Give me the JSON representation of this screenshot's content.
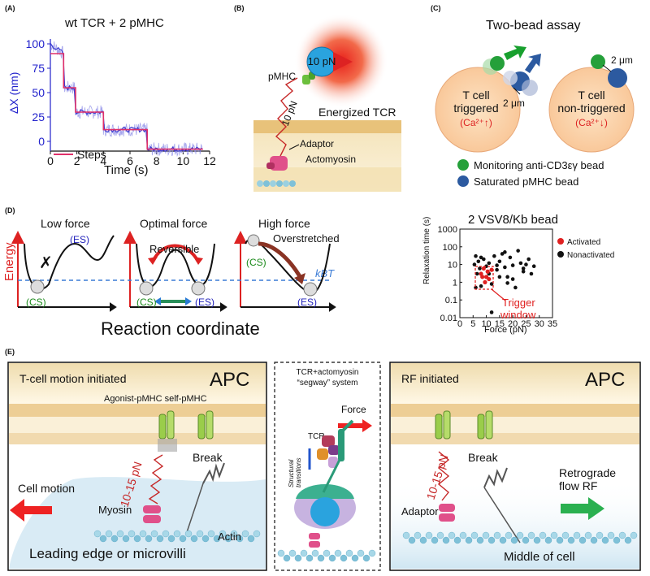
{
  "panelA": {
    "letter": "(A)",
    "title": "wt TCR + 2 pMHC",
    "ylabel": "ΔX (nm)",
    "xlabel": "Time (s)",
    "legend": "Steps",
    "yticks": [
      "100",
      "75",
      "50",
      "25",
      "0"
    ],
    "xticks": [
      "0",
      "2",
      "4",
      "6",
      "8",
      "10",
      "12"
    ],
    "colors": {
      "trace": "#3a3ad0",
      "steps": "#e0306a",
      "axis": "#2222cc"
    }
  },
  "panelB": {
    "letter": "(B)",
    "force": "10 pN",
    "pmhc": "pMHC",
    "linker_force": "10 pN",
    "energized": "Energized TCR",
    "adaptor": "Adaptor",
    "actomyosin": "Actomyosin"
  },
  "panelC": {
    "letter": "(C)",
    "title": "Two-bead assay",
    "cell1": [
      "T cell",
      "triggered"
    ],
    "cell1_ca": "(Ca²⁺↑)",
    "cell2": [
      "T cell",
      "non-triggered"
    ],
    "cell2_ca": "(Ca²⁺↓)",
    "dist1": "2 μm",
    "dist2": "2 μm",
    "legend1": "Monitoring anti-CD3εγ bead",
    "legend2": "Saturated pMHC bead"
  },
  "panelD": {
    "letter": "(D)",
    "low_title": "Low force",
    "opt_title": "Optimal force",
    "high_title": "High force",
    "es": "(ES)",
    "cs": "(CS)",
    "reversible": "Reversible",
    "overstretched": "Overstretched",
    "kbt": "kBT",
    "energy": "Energy",
    "xlabel": "Reaction coordinate"
  },
  "panelD2": {
    "title": "2 VSV8/Kb bead",
    "ylabel": "Relaxation time (s)",
    "xlabel": "Force (pN)",
    "legend_activated": "Activated",
    "legend_nonactivated": "Nonactivated",
    "trigger": [
      "Trigger",
      "window"
    ],
    "yticks": [
      "1000",
      "100",
      "10",
      "1",
      "0.1",
      "0.01"
    ],
    "xticks": [
      "0",
      "5",
      "10",
      "15",
      "20",
      "25",
      "30",
      "35"
    ]
  },
  "chart_data": [
    {
      "type": "line",
      "title": "wt TCR + 2 pMHC",
      "xlabel": "Time (s)",
      "ylabel": "ΔX (nm)",
      "xlim": [
        0,
        12
      ],
      "ylim": [
        -10,
        105
      ],
      "series": [
        {
          "name": "Steps",
          "x": [
            0,
            1.0,
            1.0,
            1.9,
            1.9,
            4.0,
            4.0,
            7.3,
            7.3,
            11.5
          ],
          "y": [
            90,
            90,
            55,
            55,
            30,
            30,
            12,
            12,
            -8,
            -8
          ]
        }
      ]
    },
    {
      "type": "scatter",
      "title": "2 VSV8/Kb bead",
      "xlabel": "Force (pN)",
      "ylabel": "Relaxation time (s)",
      "xlim": [
        0,
        35
      ],
      "ylim": [
        0.01,
        1000
      ],
      "yscale": "log",
      "series": [
        {
          "name": "Activated",
          "x": [
            8,
            9,
            10,
            10.5,
            11,
            12,
            9.5,
            8.5
          ],
          "y": [
            3,
            6,
            2,
            4,
            1.5,
            5,
            1,
            2
          ]
        },
        {
          "name": "Nonactivated",
          "x": [
            5.5,
            6,
            6.5,
            7,
            7.5,
            8,
            9,
            10,
            11,
            12,
            13,
            14,
            15,
            16,
            17,
            18,
            19,
            20,
            21,
            22,
            23,
            24,
            25,
            26,
            27,
            28,
            12,
            15,
            18,
            6,
            8,
            11,
            14,
            17,
            20,
            24
          ],
          "y": [
            10,
            0.5,
            3,
            15,
            6,
            0.6,
            20,
            8,
            12,
            0.8,
            30,
            5,
            15,
            40,
            7,
            2,
            25,
            9,
            0.5,
            60,
            12,
            4,
            10,
            20,
            3,
            8,
            0.02,
            2,
            0.9,
            30,
            25,
            3,
            9,
            50,
            1.5,
            6
          ]
        }
      ]
    }
  ],
  "panelE": {
    "letter": "(E)",
    "left_title": "T-cell motion initiated",
    "apc": "APC",
    "agonist": "Agonist-pMHC self-pMHC",
    "force_label": "10-15 pN",
    "break": "Break",
    "cell_motion": "Cell motion",
    "myosin": "Myosin",
    "actin": "Actin",
    "leading": "Leading edge or microvilli",
    "mid_title": [
      "TCR+actomyosin",
      "“segway” system"
    ],
    "force": "Force",
    "tcr": "TCR",
    "structural": [
      "Structural",
      "transitions"
    ],
    "right_title": "RF initiated",
    "apc2": "APC",
    "force_label2": "10-15 pN",
    "break2": "Break",
    "retrograde": [
      "Retrograde",
      "flow RF"
    ],
    "adaptor": "Adaptor",
    "middle": "Middle of cell"
  }
}
